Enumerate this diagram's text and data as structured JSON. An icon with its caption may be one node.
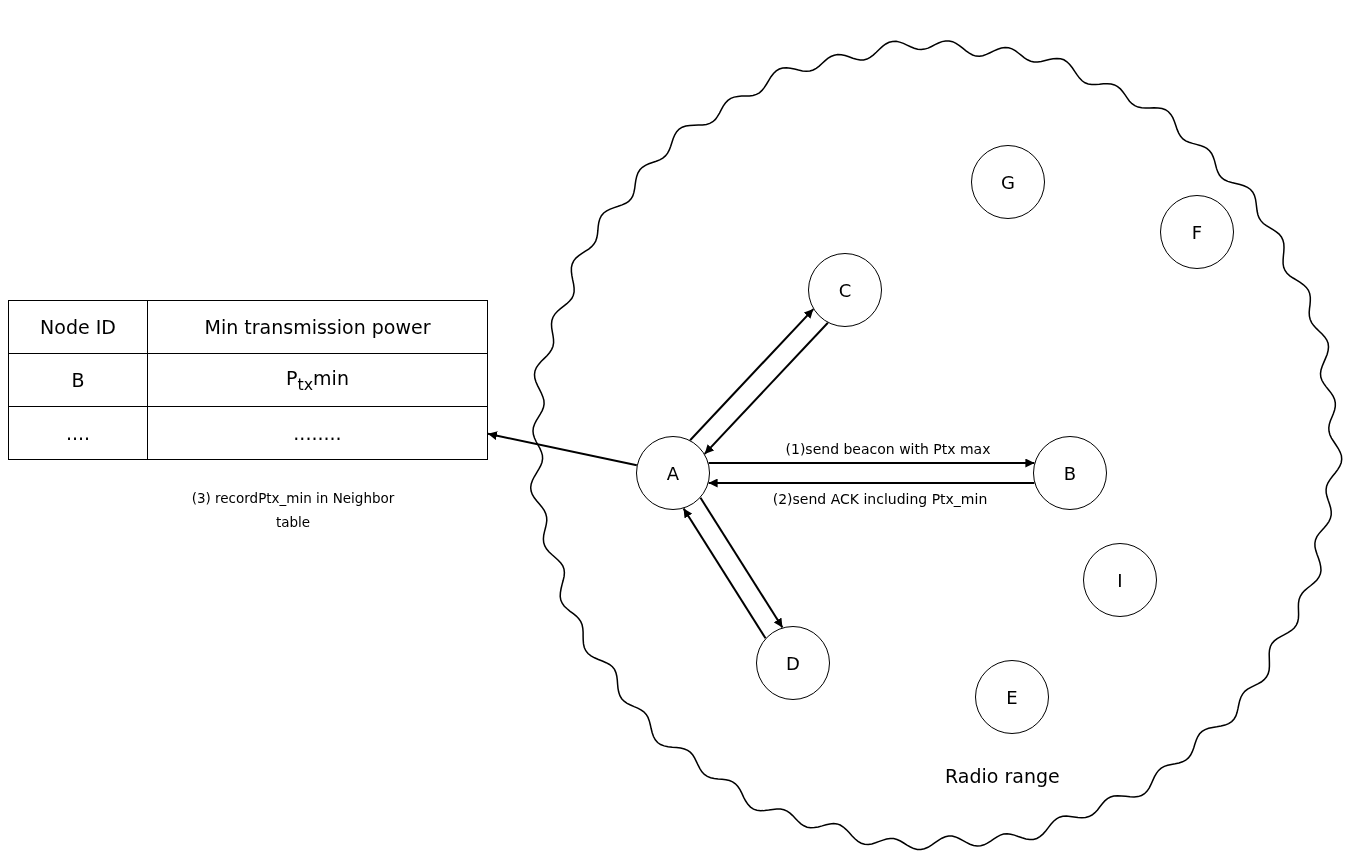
{
  "diagram": {
    "nodes": [
      {
        "text": [
          "Node ID",
          "Min transmission power",
          "B",
          "P$_{tx}$min",
          "....",
          "........"
        ],
        "beside": [
          "(3) recordPtx_min in Neighbor table"
        ]
      },
      {
        "text": [
          "Radio range"
        ]
      },
      {
        "text": [
          "G"
        ],
        "in": 1
      },
      {
        "text": [
          "F"
        ],
        "in": 1
      },
      {
        "text": [
          "C"
        ],
        "in": 1
      },
      {
        "text": [
          "A"
        ],
        "in": 1
      },
      {
        "text": [
          "B"
        ],
        "in": 1
      },
      {
        "text": [
          "I"
        ],
        "in": 1
      },
      {
        "text": [
          "D"
        ],
        "in": 1
      },
      {
        "text": [
          "E"
        ],
        "in": 1
      }
    ],
    "edges": [
      {
        "from": 5,
        "to": 4,
        "arrow": "to"
      },
      {
        "from": 4,
        "to": 5,
        "arrow": "to"
      },
      {
        "from": 5,
        "to": 6,
        "arrow": "to",
        "label": "(1)send beacon with Ptx max"
      },
      {
        "from": 6,
        "to": 5,
        "arrow": "to",
        "label": "(2)send ACK including Ptx_min"
      },
      {
        "from": 5,
        "to": 8,
        "arrow": "to"
      },
      {
        "from": 8,
        "to": 5,
        "arrow": "to"
      },
      {
        "from": 5,
        "to": 0,
        "arrow": "to"
      }
    ]
  }
}
